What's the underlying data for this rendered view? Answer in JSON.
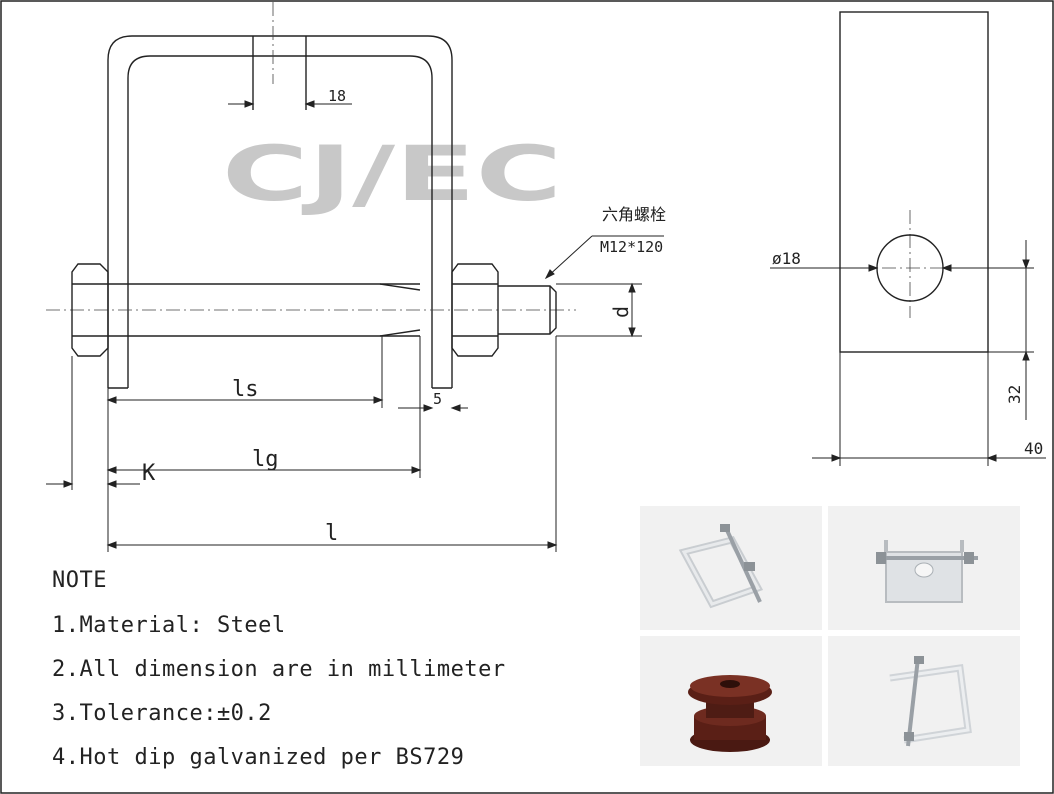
{
  "logo": {
    "text": "CJ/EC"
  },
  "drawing": {
    "dim_18_top": "18",
    "bolt_label_cn": "六角螺栓",
    "bolt_label_spec": "M12*120",
    "dim_d": "d",
    "dim_ls": "ls",
    "dim_5": "5",
    "dim_lg": "lg",
    "dim_k": "K",
    "dim_l": "l",
    "dim_hole": "ø18",
    "dim_32": "32",
    "dim_40": "40"
  },
  "notes": {
    "heading": "NOTE",
    "items": [
      "1.Material: Steel",
      "2.All dimension are in millimeter",
      "3.Tolerance:±0.2",
      "4.Hot dip galvanized per BS729"
    ]
  },
  "photos": [
    {
      "name": "bracket-photo-angled"
    },
    {
      "name": "bracket-photo-front"
    },
    {
      "name": "spool-insulator-photo"
    },
    {
      "name": "bracket-photo-side"
    }
  ],
  "colors": {
    "line": "#222222",
    "logo": "#c8c8c8",
    "insulator": "#5a1f16",
    "steel": "#d9dcdf"
  }
}
